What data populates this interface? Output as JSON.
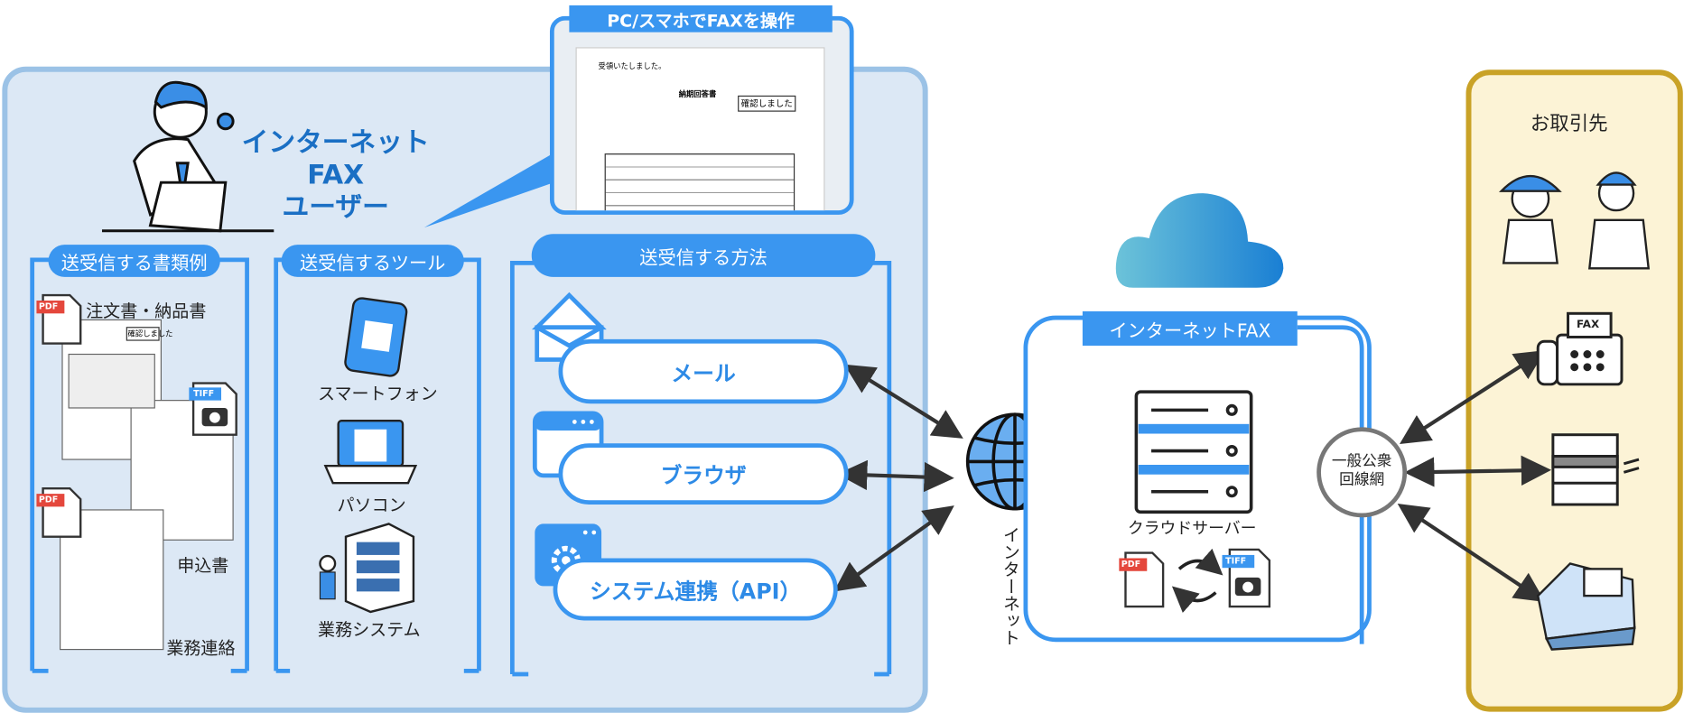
{
  "colors": {
    "accent": "#3a96f0",
    "user_panel_bg": "#dce8f5",
    "user_panel_border": "#9bc2e6",
    "partner_panel_bg": "#fcf3d6",
    "partner_panel_border": "#c9a227",
    "arrow": "#333333",
    "title": "#1a6fc4"
  },
  "user": {
    "title_line1": "インターネットFAX",
    "title_line2": "ユーザー"
  },
  "callout": {
    "label": "PC/スマホでFAXを操作",
    "doc_heading": "受領いたしました。",
    "doc_title": "納期回答書",
    "stamp": "確認しました"
  },
  "documents": {
    "header": "送受信する書類例",
    "items": [
      {
        "label": "注文書・納品書",
        "icon": "pdf-icon"
      },
      {
        "label": "申込書",
        "icon": "tiff-icon"
      },
      {
        "label": "業務連絡",
        "icon": "pdf-icon"
      }
    ],
    "stamp": "確認しました"
  },
  "tools": {
    "header": "送受信するツール",
    "items": [
      {
        "label": "スマートフォン",
        "icon": "smartphone-icon"
      },
      {
        "label": "パソコン",
        "icon": "laptop-icon"
      },
      {
        "label": "業務システム",
        "icon": "business-system-icon"
      }
    ]
  },
  "methods": {
    "header": "送受信する方法",
    "items": [
      {
        "label": "メール",
        "icon": "mail-icon"
      },
      {
        "label": "ブラウザ",
        "icon": "browser-icon"
      },
      {
        "label": "システム連携（API）",
        "icon": "gear-window-icon"
      }
    ]
  },
  "internet": {
    "label": "インターネット",
    "icon": "globe-icon"
  },
  "fax_service": {
    "header": "インターネットFAX",
    "server_label": "クラウドサーバー",
    "icons": [
      "cloud-icon",
      "server-icon",
      "pdf-icon",
      "convert-arrows-icon",
      "tiff-icon"
    ]
  },
  "pstn": {
    "line1": "一般公衆",
    "line2": "回線網"
  },
  "partners": {
    "title": "お取引先",
    "icons": [
      "people-icon",
      "fax-machine-icon",
      "multifunction-printer-icon",
      "fax-printer-icon"
    ]
  },
  "file_badges": {
    "pdf": "PDF",
    "tiff": "TIFF",
    "fax": "FAX"
  }
}
